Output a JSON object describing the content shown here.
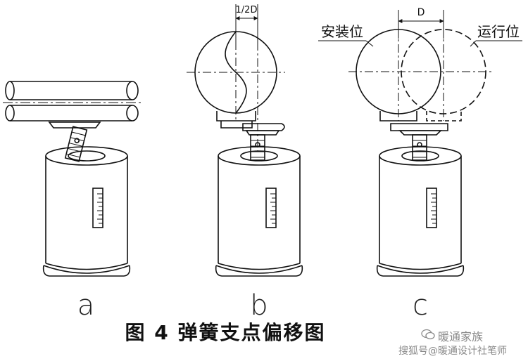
{
  "diagram": {
    "panel_labels": {
      "a": "a",
      "b": "b",
      "c": "c"
    },
    "dimension_b": "1/2D",
    "dimension_c": "D",
    "label_install": "安装位",
    "label_run": "运行位",
    "caption": "图 4    弹簧支点偏移图"
  },
  "watermark": {
    "brand": "暖通家族",
    "source": "搜狐号@暖通设计社笔师",
    "icon": "wechat-bubble-icon"
  }
}
